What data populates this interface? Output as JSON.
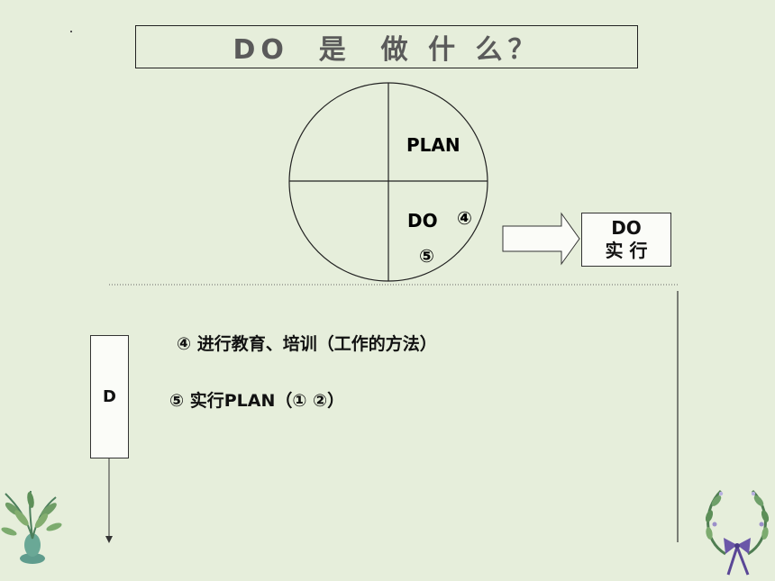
{
  "title": "DO  是  做 什 么？",
  "circle": {
    "plan_label": "PLAN",
    "do_label": "DO",
    "marker_4": "④",
    "marker_5": "⑤"
  },
  "do_box": {
    "line1": "DO",
    "line2": "实 行"
  },
  "d_box_label": "D",
  "steps": [
    "④ 进行教育、培训（工作的方法）",
    "⑤ 实行PLAN（① ②）"
  ]
}
